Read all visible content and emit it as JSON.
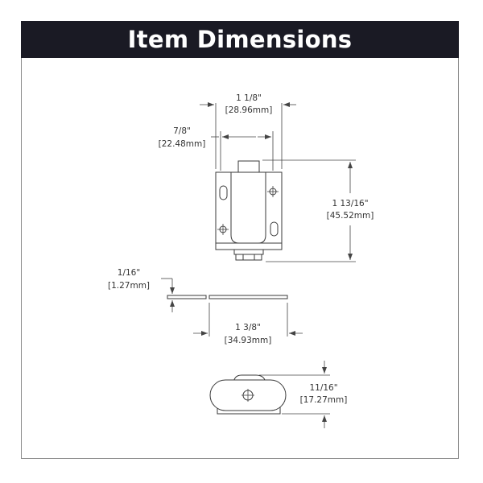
{
  "header": {
    "title": "Item Dimensions"
  },
  "dimensions": {
    "width_overall": {
      "imperial": "1 1/8\"",
      "metric": "[28.96mm]"
    },
    "width_body": {
      "imperial": "7/8\"",
      "metric": "[22.48mm]"
    },
    "height": {
      "imperial": "1 13/16\"",
      "metric": "[45.52mm]"
    },
    "plate_thickness": {
      "imperial": "1/16\"",
      "metric": "[1.27mm]"
    },
    "plate_length": {
      "imperial": "1 3/8\"",
      "metric": "[34.93mm]"
    },
    "depth": {
      "imperial": "11/16\"",
      "metric": "[17.27mm]"
    }
  },
  "colors": {
    "banner": "#1a1a24",
    "banner_text": "#ffffff",
    "line": "#444444"
  }
}
